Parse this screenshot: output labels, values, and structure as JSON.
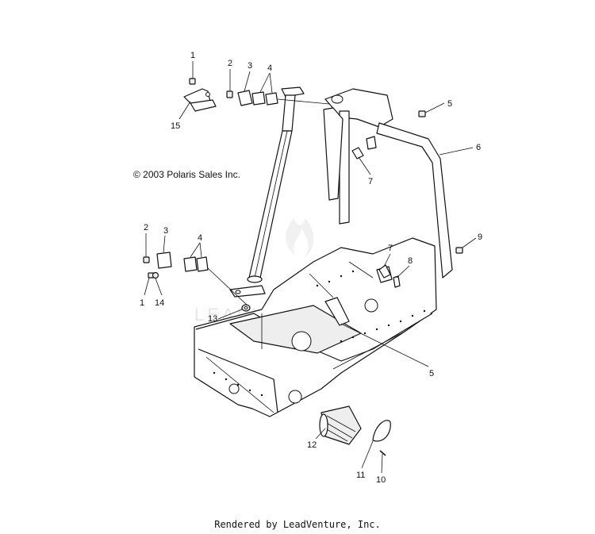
{
  "copyright": "© 2003 Polaris Sales Inc.",
  "footer": "Rendered by LeadVenture, Inc.",
  "watermark": "LEADVENTURE",
  "callouts": [
    "1",
    "2",
    "3",
    "4",
    "15",
    "5",
    "6",
    "7",
    "2",
    "3",
    "4",
    "7",
    "8",
    "9",
    "1",
    "14",
    "13",
    "5",
    "12",
    "11",
    "10"
  ]
}
